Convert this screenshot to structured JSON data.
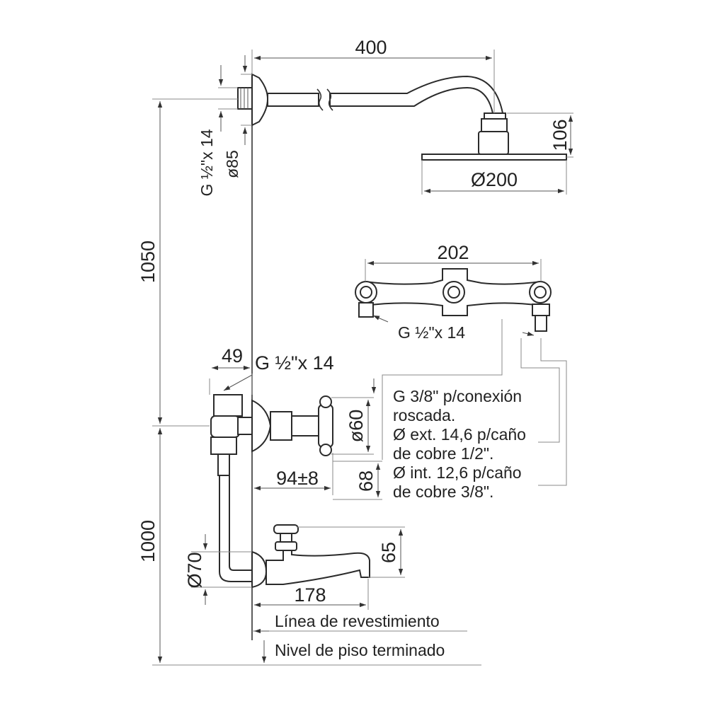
{
  "dimensions": {
    "arm_length": "400",
    "head_height": "106",
    "head_diameter": "Ø200",
    "wall_flange_thread": "G ½\"x 14",
    "wall_flange_diameter": "ø85",
    "shower_height": "1050",
    "valve_spacing": "202",
    "valve_thread": "G ½\"x 14",
    "inlet_offset": "49",
    "inlet_thread": "G ½\"x 14",
    "handle_diameter": "ø60",
    "handle_depth": "94±8",
    "handle_height": "68",
    "spout_height": "1000",
    "spout_flange_diameter": "Ø70",
    "spout_rise": "65",
    "spout_length": "178"
  },
  "connection_note": [
    "G 3/8\" p/conexión",
    "roscada.",
    "Ø ext. 14,6 p/caño",
    "de cobre 1/2\".",
    "Ø int. 12,6 p/caño",
    "de cobre 3/8\"."
  ],
  "reference_lines": {
    "cladding_line": "Línea de revestimiento",
    "finished_floor": "Nivel de piso terminado"
  }
}
